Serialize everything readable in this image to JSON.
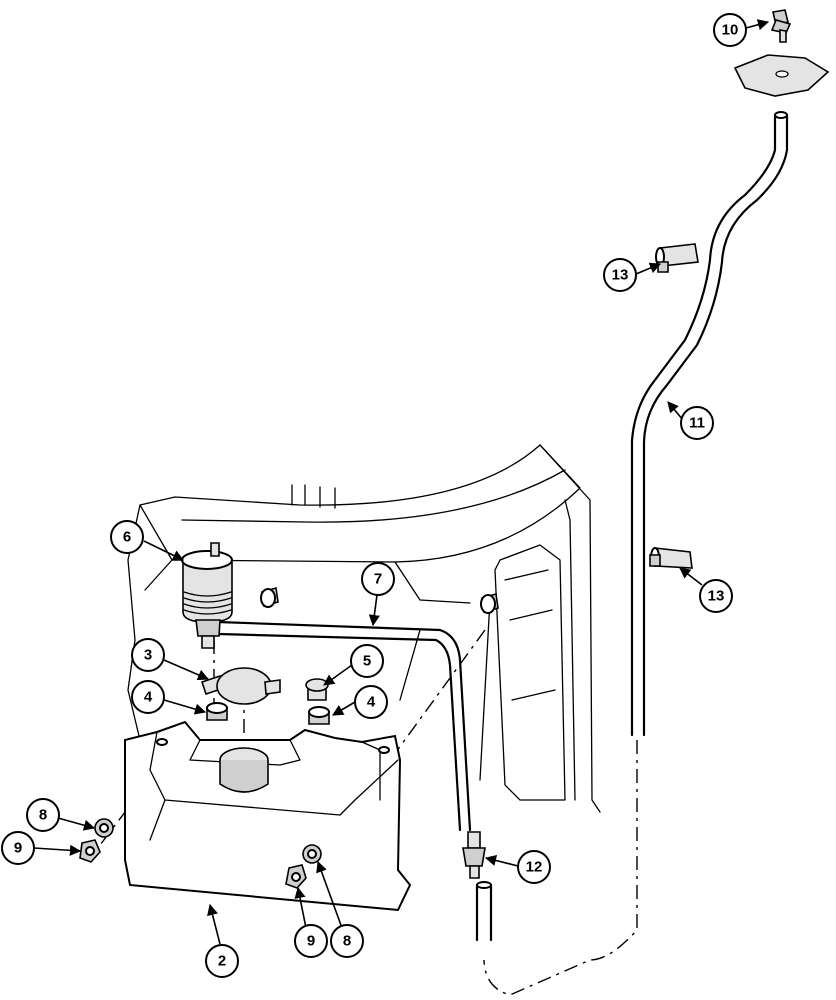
{
  "callouts": [
    {
      "id": "c10",
      "label": "10"
    },
    {
      "id": "c13a",
      "label": "13"
    },
    {
      "id": "c11",
      "label": "11"
    },
    {
      "id": "c13b",
      "label": "13"
    },
    {
      "id": "c6",
      "label": "6"
    },
    {
      "id": "c7",
      "label": "7"
    },
    {
      "id": "c3",
      "label": "3"
    },
    {
      "id": "c5",
      "label": "5"
    },
    {
      "id": "c4a",
      "label": "4"
    },
    {
      "id": "c4b",
      "label": "4"
    },
    {
      "id": "c8a",
      "label": "8"
    },
    {
      "id": "c9a",
      "label": "9"
    },
    {
      "id": "c12",
      "label": "12"
    },
    {
      "id": "c9b",
      "label": "9"
    },
    {
      "id": "c8b",
      "label": "8"
    },
    {
      "id": "c2",
      "label": "2"
    }
  ]
}
